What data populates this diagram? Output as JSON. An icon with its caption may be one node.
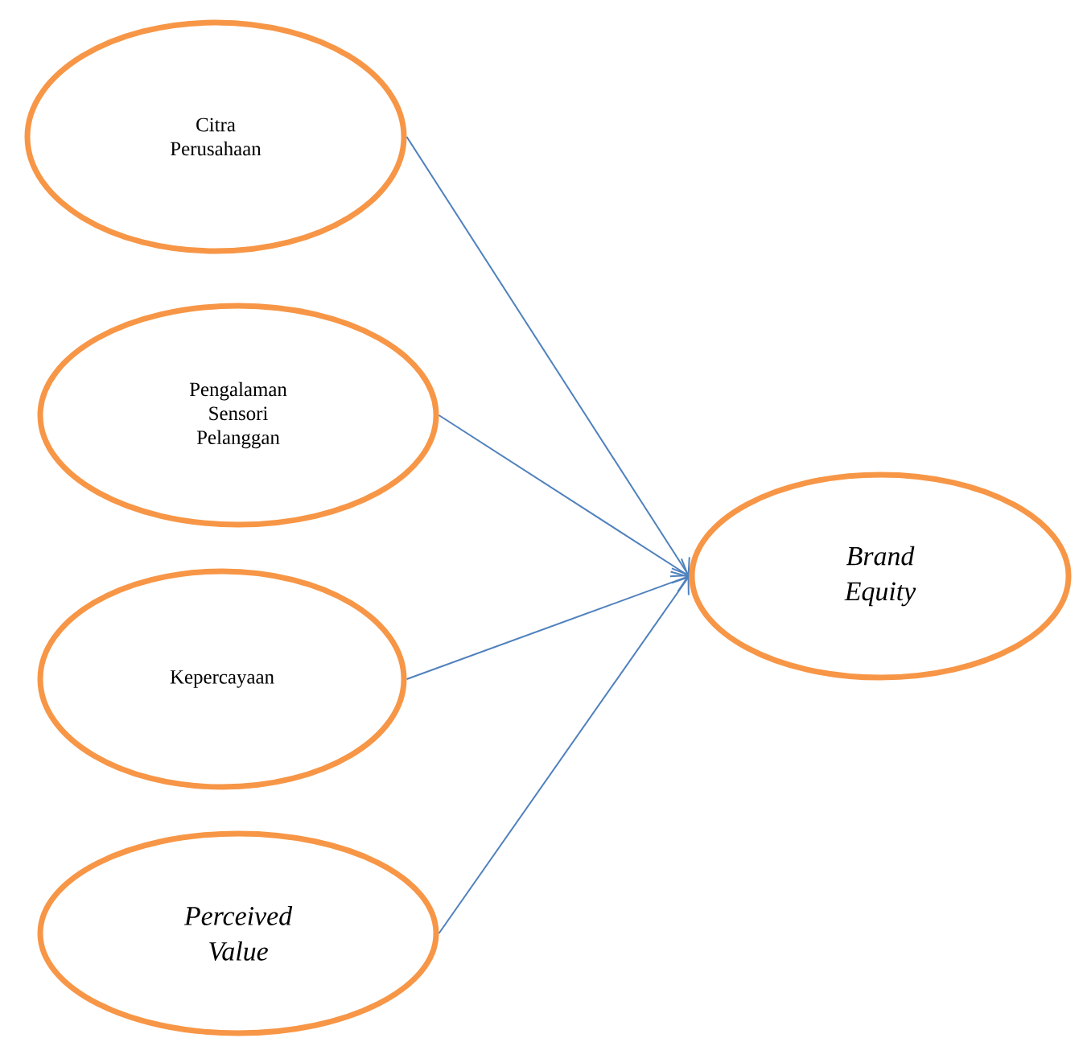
{
  "diagram": {
    "nodes": [
      {
        "text": [
          "Citra Perusahaan"
        ]
      },
      {
        "text": [
          "Pengalaman Sensori Pelanggan"
        ]
      },
      {
        "text": [
          "Kepercayaan"
        ]
      },
      {
        "text": [
          "Perceived Value"
        ]
      },
      {
        "text": [
          "Brand Equity"
        ]
      }
    ],
    "edges": [
      {
        "from": 0,
        "to": 4,
        "arrow": "to"
      },
      {
        "from": 1,
        "to": 4,
        "arrow": "to"
      },
      {
        "from": 2,
        "to": 4,
        "arrow": "to"
      },
      {
        "from": 3,
        "to": 4,
        "arrow": "to"
      }
    ]
  }
}
